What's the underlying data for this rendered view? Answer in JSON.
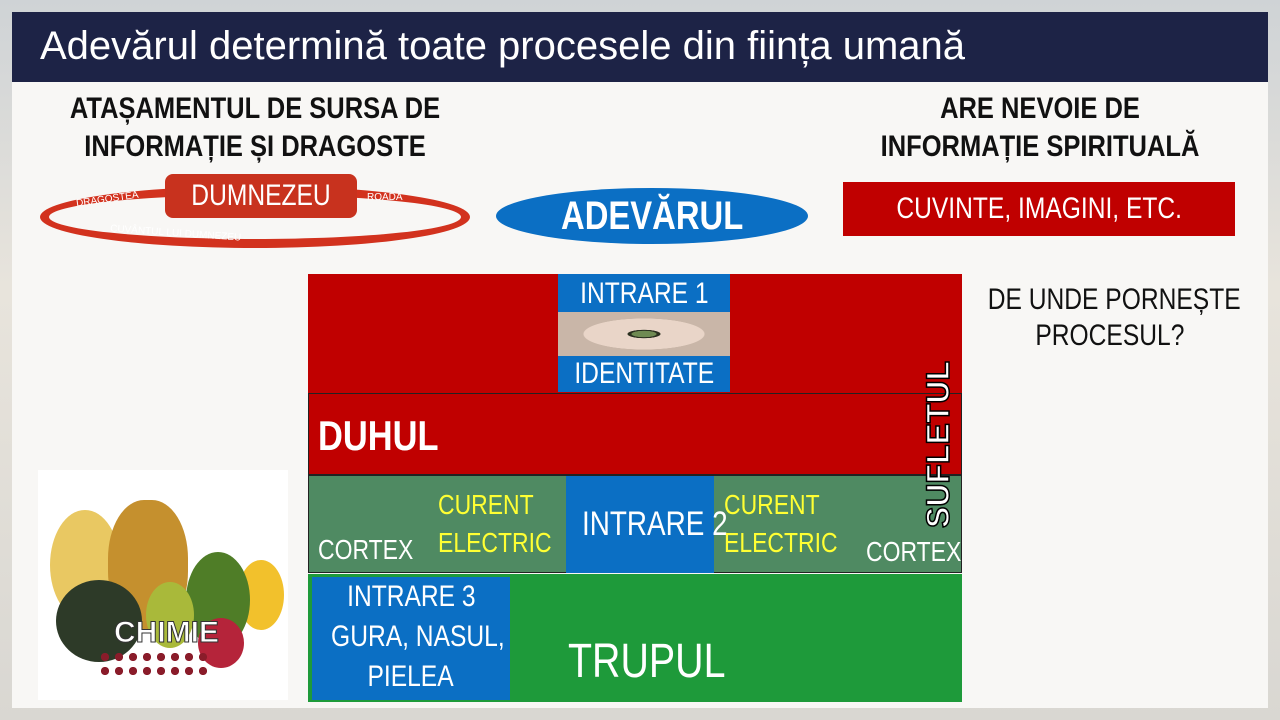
{
  "title": "Adevărul determină toate procesele din ființa umană",
  "left_heading": [
    "ATAȘAMENTUL DE SURSA DE",
    "INFORMAȚIE ȘI DRAGOSTE"
  ],
  "cycle": {
    "center": "DUMNEZEU",
    "left": "DRAGOSTEA",
    "right": "ROADĂ",
    "bottom": "CUVÂNTUL LUI DUMNEZEU"
  },
  "truth": "ADEVĂRUL",
  "right_heading": [
    "ARE NEVOIE DE",
    "INFORMAȚIE SPIRITUALĂ"
  ],
  "right_box": "CUVINTE, IMAGINI, ETC.",
  "question": [
    "DE UNDE PORNEȘTE",
    "PROCESUL?"
  ],
  "input1": {
    "top": "INTRARE 1",
    "bottom": "IDENTITATE"
  },
  "spirit": "DUHUL",
  "soul": "SUFLETUL",
  "cortex": {
    "left": "CORTEX",
    "right": "CORTEX",
    "current": [
      "CURENT",
      "ELECTRIC"
    ],
    "input2": "INTRARE 2"
  },
  "input3": [
    "INTRARE 3",
    "GURA, NASUL,",
    "PIELEA"
  ],
  "body_label": "TRUPUL",
  "chemistry": "CHIMIE",
  "colors": {
    "red": "#c00000",
    "blue": "#0b6fc4",
    "green": "#1e9a3a",
    "navy": "#1d2346"
  }
}
